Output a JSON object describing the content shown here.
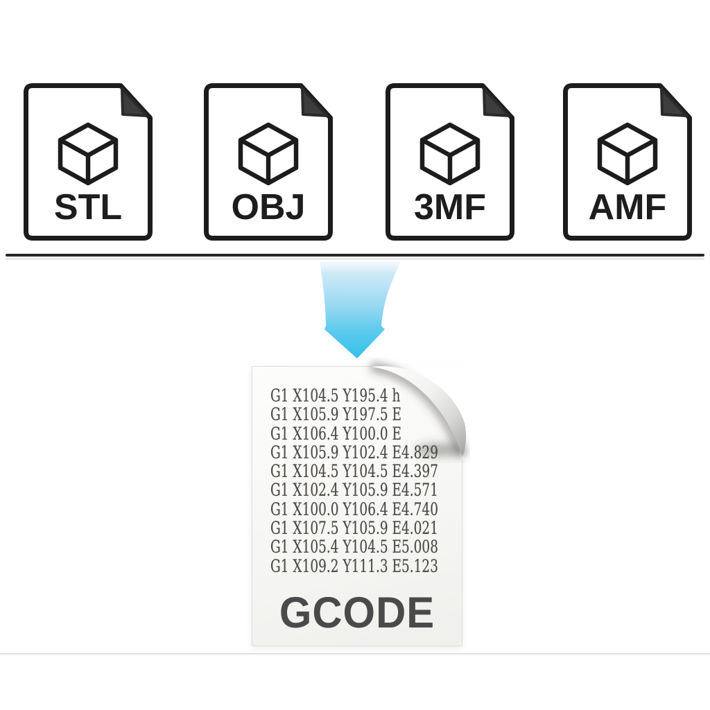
{
  "diagram": {
    "formats": [
      {
        "label": "STL"
      },
      {
        "label": "OBJ"
      },
      {
        "label": "3MF"
      },
      {
        "label": "AMF"
      }
    ],
    "icons": {
      "format_badge": "document-with-folded-corner",
      "format_glyph": "cube-3d-wireframe-icon",
      "flow": "down-arrow-icon",
      "output_page": "page-curl-paper"
    },
    "arrow": {
      "direction": "down",
      "color_top": "#d8ecf8",
      "color_bottom": "#35c0e8"
    },
    "gcode": {
      "label": "GCODE",
      "lines": [
        "G1 X104.5 Y195.4 h",
        "G1 X105.9 Y197.5 E",
        "G1 X106.4 Y100.0 E",
        "G1 X105.9 Y102.4 E4.829",
        "G1 X104.5 Y104.5 E4.397",
        "G1 X102.4 Y105.9 E4.571",
        "G1 X100.0 Y106.4 E4.740",
        "G1 X107.5 Y105.9 E4.021",
        "G1 X105.4 Y104.5 E5.008",
        "G1 X109.2 Y111.3 E5.123"
      ]
    },
    "colors": {
      "icon_outline": "#1c1c1c",
      "fold_fill": "#3d3d3d",
      "divider": "#262626",
      "gcode_text": "#4a4742",
      "gcode_label": "#4a4a4a",
      "paper_edge": "#dededa"
    }
  }
}
